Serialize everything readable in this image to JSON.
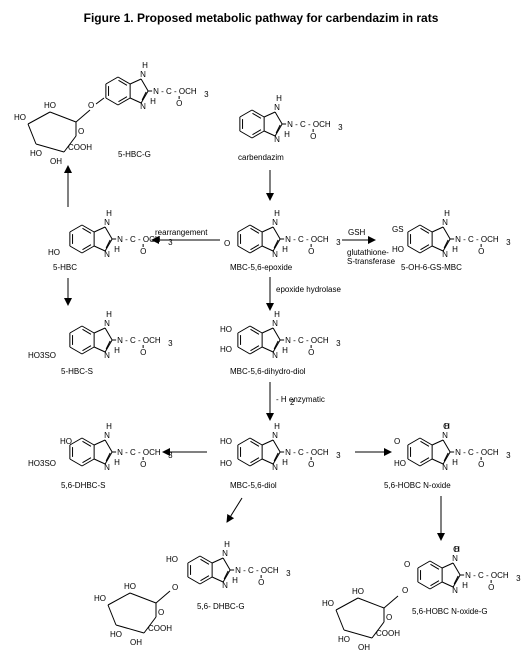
{
  "title": "Figure 1.  Proposed metabolic pathway for carbendazim in rats",
  "side_chain": "N - C - OCH",
  "side_chain_sub": "3",
  "atoms": {
    "H": "H",
    "N": "N",
    "O": "O",
    "HO": "HO",
    "OH": "OH",
    "COOH": "COOH",
    "GS": "GS",
    "HO3SO": "HO3SO",
    "O_ring": "O"
  },
  "compounds": {
    "carbendazim": "carbendazim",
    "hbc_g": "5-HBC-G",
    "hbc": "5-HBC",
    "epoxide": "MBC-5,6-epoxide",
    "oh_gs": "5-OH-6-GS-MBC",
    "hbc_s": "5-HBC-S",
    "dihydrodiol": "MBC-5,6-dihydro-diol",
    "dhbc_s": "5,6-DHBC-S",
    "diol": "MBC-5,6-diol",
    "hobc_noxide": "5,6-HOBC N-oxide",
    "dhbc_g": "5,6- DHBC-G",
    "hobc_noxide_g": "5,6-HOBC N-oxide-G"
  },
  "reactions": {
    "rearrangement": "rearrangement",
    "gsh": "GSH",
    "glutathione_1": "glutathione-",
    "glutathione_2": "S-transferase",
    "epoxide_hydrolase": "epoxide hydrolase",
    "h2_enzymatic": "- H  enzymatic",
    "h2_sub": "2"
  }
}
